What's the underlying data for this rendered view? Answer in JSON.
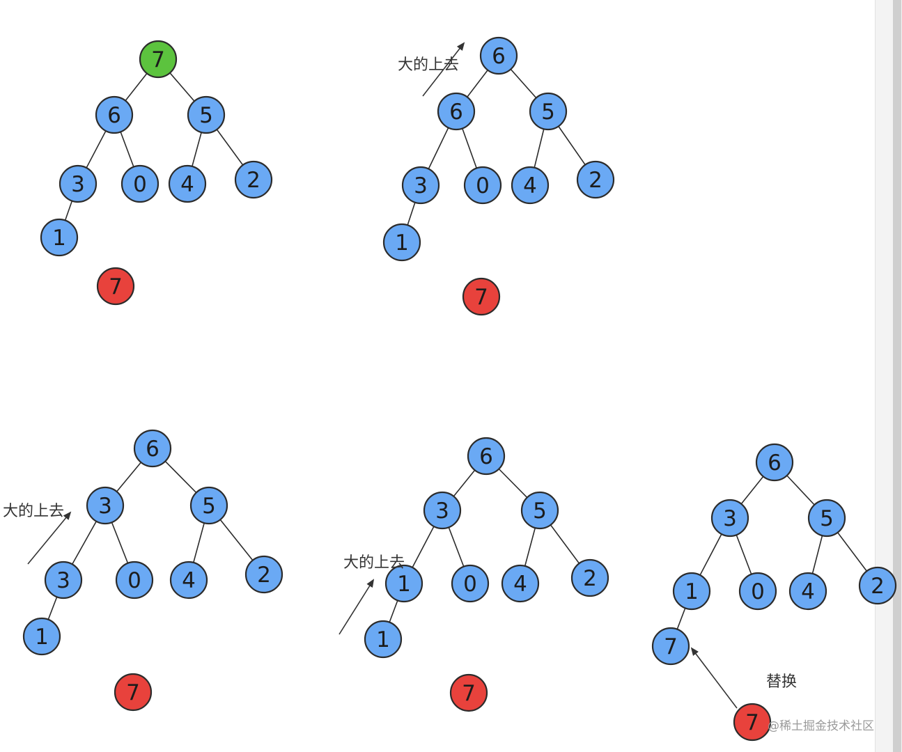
{
  "colors": {
    "node": "#6aa9f4",
    "root_highlight": "#5cc33e",
    "removed": "#e8423c",
    "stroke": "#2b2b2b"
  },
  "panels": [
    {
      "nodes": [
        "7",
        "6",
        "5",
        "3",
        "0",
        "4",
        "2",
        "1"
      ],
      "removed": "7",
      "annotations": []
    },
    {
      "nodes": [
        "6",
        "6",
        "5",
        "3",
        "0",
        "4",
        "2",
        "1"
      ],
      "removed": "7",
      "annotations": [
        "大的上去"
      ]
    },
    {
      "nodes": [
        "6",
        "3",
        "5",
        "3",
        "0",
        "4",
        "2",
        "1"
      ],
      "removed": "7",
      "annotations": [
        "大的上去"
      ]
    },
    {
      "nodes": [
        "6",
        "3",
        "5",
        "1",
        "0",
        "4",
        "2",
        "1"
      ],
      "removed": "7",
      "annotations": [
        "大的上去"
      ]
    },
    {
      "nodes": [
        "6",
        "3",
        "5",
        "1",
        "0",
        "4",
        "2",
        "7"
      ],
      "removed": "7",
      "annotations": [
        "替换"
      ]
    }
  ],
  "watermark": "@稀土掘金技术社区"
}
